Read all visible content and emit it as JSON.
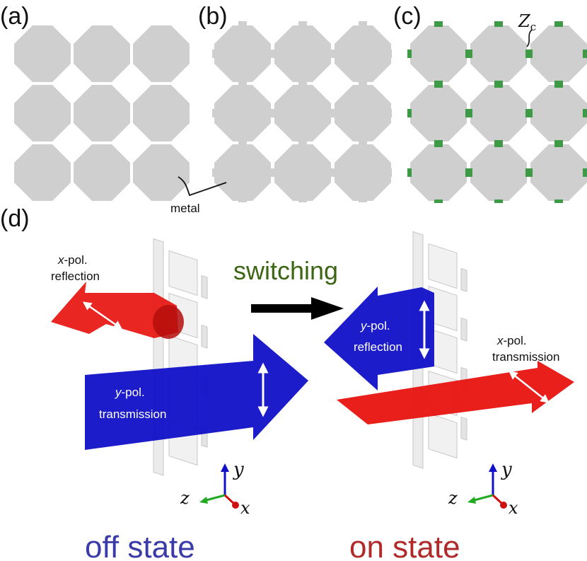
{
  "panels": {
    "a": "(a)",
    "b": "(b)",
    "c": "(c)",
    "d": "(d)"
  },
  "labels": {
    "metal": "metal",
    "zc_main": "Z",
    "zc_sub": "c",
    "switching": "switching",
    "off_state": "off state",
    "on_state": "on state"
  },
  "off_panel": {
    "x_reflection_pol": "x",
    "x_reflection_pol_suffix": "-pol.",
    "x_reflection_word": "reflection",
    "y_transmission_pol": "y",
    "y_transmission_pol_suffix": "-pol.",
    "y_transmission_word": "transmission"
  },
  "on_panel": {
    "y_reflection_pol": "y",
    "y_reflection_pol_suffix": "-pol.",
    "y_reflection_word": "reflection",
    "x_transmission_pol": "x",
    "x_transmission_pol_suffix": "-pol.",
    "x_transmission_word": "transmission"
  },
  "axes": {
    "x": "x",
    "y": "y",
    "z": "z"
  },
  "colors": {
    "metal": "#cfcfcf",
    "lumped_element": "#3f9a45",
    "red_beam": "#e8130f",
    "blue_beam": "#1010c8",
    "off_text": "#3a3aa8",
    "on_text": "#b02a2a",
    "switching_text": "#3c6614"
  }
}
